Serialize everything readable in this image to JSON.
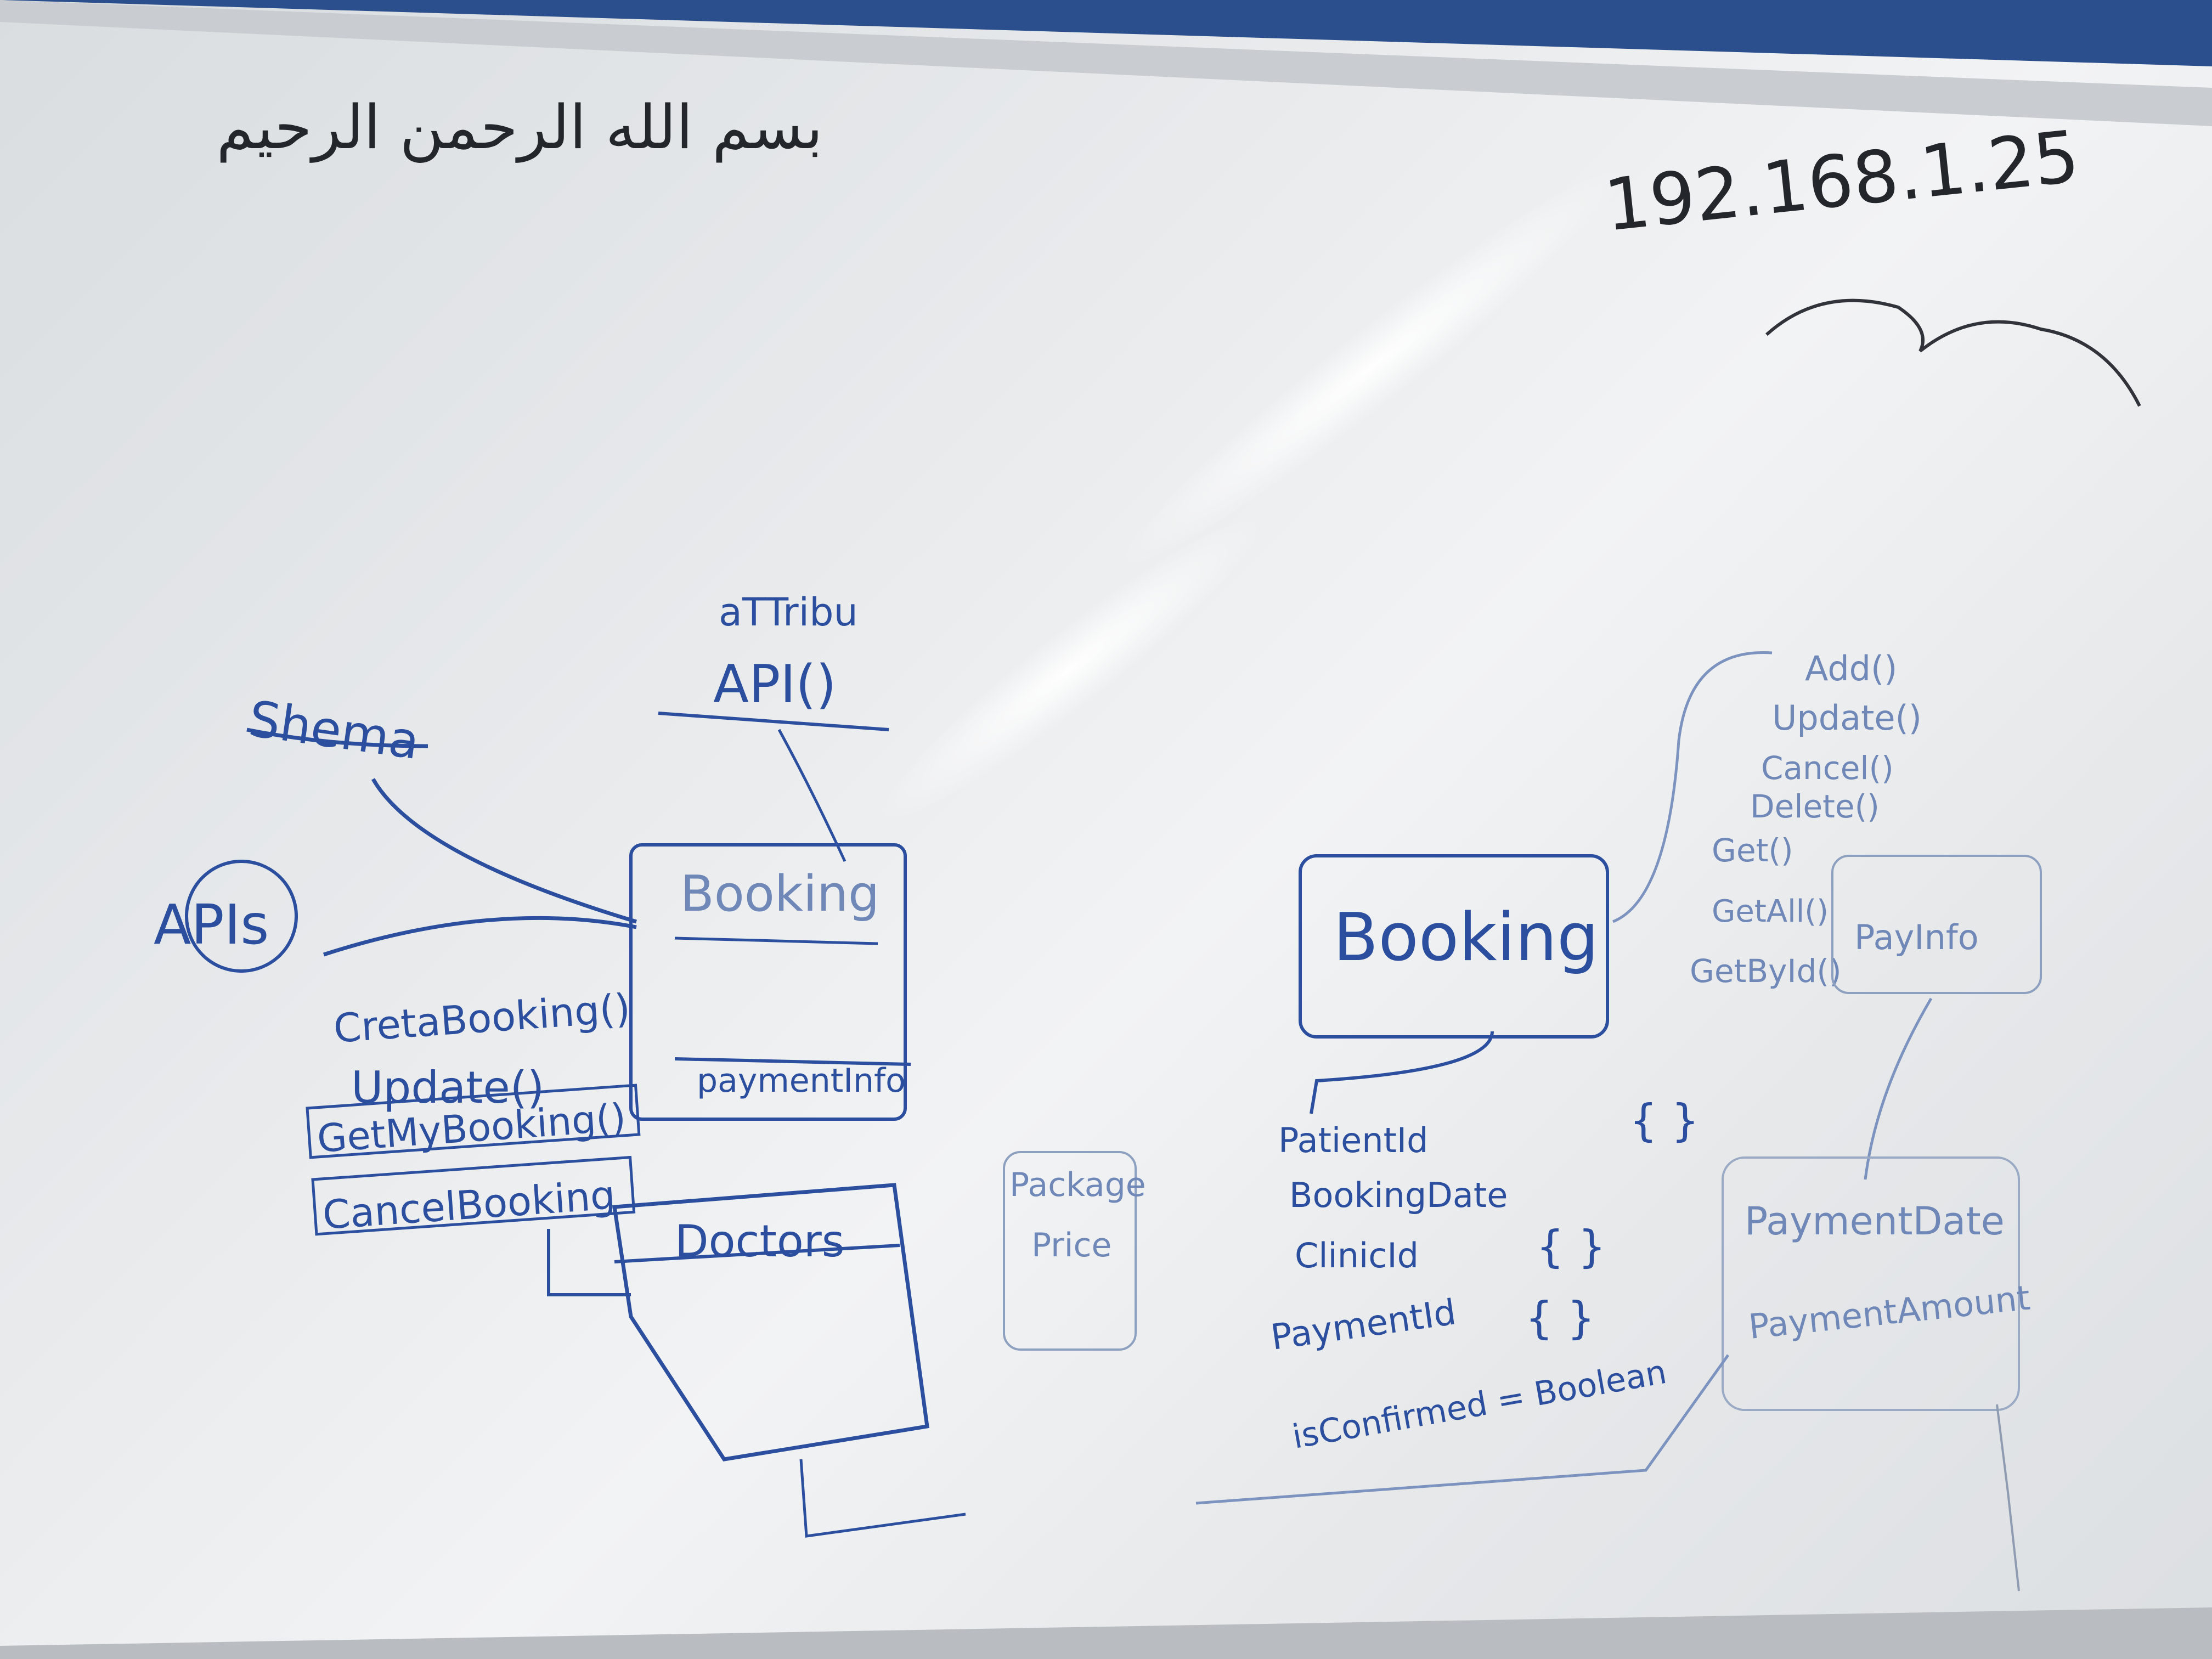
{
  "whiteboard": {
    "basmala": "بسم الله الرحمن الرحيم",
    "ip_address": "192.168.1.25",
    "left_diagram": {
      "schema_label": "Shema",
      "apis_label": "APIs",
      "attribute_label": "aTTribu",
      "api_label": "API()",
      "booking_box_title": "Booking",
      "payment_info_label": "paymentInfo",
      "methods": [
        "CretaBooking()",
        "Update()",
        "GetMyBooking()",
        "CancelBooking"
      ],
      "doctors_box_title": "Doctors"
    },
    "middle_box": {
      "line1": "Package",
      "line2": "Price"
    },
    "right_diagram": {
      "booking_title": "Booking",
      "fields": [
        "PatientId",
        "BookingDate",
        "ClinicId",
        "PaymentId",
        "isConfirmed = Boolean"
      ],
      "field_values": [
        "{ }",
        "{ }",
        "{ }"
      ],
      "methods": [
        "Add()",
        "Update()",
        "Cancel()",
        "Delete()",
        "Get()",
        "GetAll()",
        "GetById()"
      ],
      "payinfo_label": "PayInfo",
      "payment_fields": [
        "PaymentDate",
        "PaymentAmount"
      ]
    }
  },
  "colors": {
    "ink_blue": "#2b4f9e",
    "ink_faint": "#6f88b8",
    "ink_black": "#23262b",
    "board": "#eceef0",
    "wall": "#2a4f8c"
  }
}
